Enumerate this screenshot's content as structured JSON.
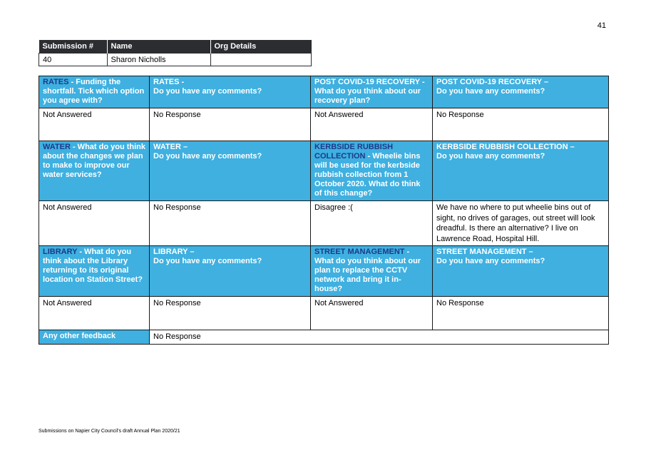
{
  "page_number": "41",
  "submission": {
    "headers": [
      "Submission #",
      "Name",
      "Org Details"
    ],
    "number": "40",
    "name": "Sharon Nicholls",
    "org": ""
  },
  "questions": {
    "rates_funding": {
      "keyword": "RATES",
      "text": " - Funding the shortfall. Tick which option you agree with?",
      "answer": "Not Answered"
    },
    "rates_comments": {
      "keyword": "RATES",
      "text": " -\nDo you have any comments?",
      "answer": "No Response"
    },
    "covid_plan": {
      "keyword": "POST COVID-19 RECOVERY",
      "text": " - What do you think about our recovery plan?",
      "answer": "Not Answered"
    },
    "covid_comments": {
      "keyword": "POST COVID-19 RECOVERY",
      "text": " –\nDo you have any comments?",
      "answer": "No Response"
    },
    "water_changes": {
      "keyword": "WATER",
      "text": " - What do you think about the changes we plan to make to improve our water services?",
      "answer": "Not Answered"
    },
    "water_comments": {
      "keyword": "WATER",
      "text": " –\nDo you have any comments?",
      "answer": "No Response"
    },
    "kerbside_change": {
      "keyword": "KERBSIDE RUBBISH COLLECTION",
      "text": " - Wheelie bins will be used for the kerbside rubbish collection from 1 October 2020. What do think of this change?",
      "answer": "Disagree :("
    },
    "kerbside_comments": {
      "keyword": "KERBSIDE RUBBISH COLLECTION",
      "text": " –\nDo you have any comments?",
      "answer": "We have no where to put wheelie bins out of sight, no drives of garages, out street will look dreadful.  Is there an alternative?  I live on Lawrence Road, Hospital Hill."
    },
    "library_location": {
      "keyword": "LIBRARY",
      "text": " - What do you think about the Library returning to its original location on Station Street?",
      "answer": "Not Answered"
    },
    "library_comments": {
      "keyword": "LIBRARY",
      "text": " –\nDo you have any comments?",
      "answer": "No Response"
    },
    "street_cctv": {
      "keyword": "STREET MANAGEMENT",
      "text": " - What do you think about our plan to replace the CCTV network and bring it in-house?",
      "answer": "Not Answered"
    },
    "street_comments": {
      "keyword": "STREET MANAGEMENT",
      "text": " –\nDo you have any comments?",
      "answer": "No Response"
    },
    "other_feedback": {
      "label": "Any other feedback",
      "answer": "No Response"
    }
  },
  "footer": "Submissions on Napier City Council's draft Annual Plan 2020/21",
  "colors": {
    "header_blue": "#3fb0e0",
    "dark_header": "#2b2d31",
    "keyword_navy": "#1b3a8a"
  }
}
